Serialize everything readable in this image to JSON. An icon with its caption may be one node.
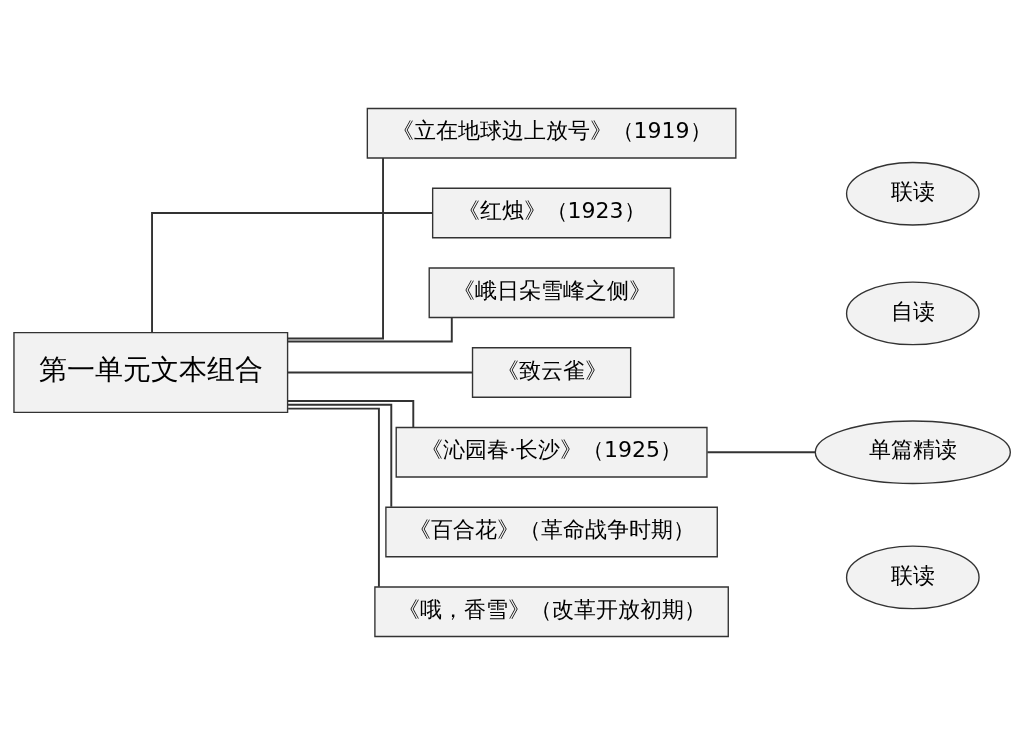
{
  "diagram": {
    "nodes": [
      {
        "text": [
          "第一单元文本组合"
        ]
      },
      {
        "text": [
          "《立在地球边上放号》（1919）"
        ]
      },
      {
        "text": [
          "《红烛》（1923）"
        ]
      },
      {
        "text": [
          "《峨日朵雪峰之侧》"
        ]
      },
      {
        "text": [
          "《致云雀》"
        ]
      },
      {
        "text": [
          "《沁园春·长沙》（1925）"
        ]
      },
      {
        "text": [
          "《百合花》（革命战争时期）"
        ]
      },
      {
        "text": [
          "《哦，香雪》（改革开放初期）"
        ]
      },
      {
        "text": [
          "联读"
        ]
      },
      {
        "text": [
          "自读"
        ]
      },
      {
        "text": [
          "单篇精读"
        ]
      },
      {
        "text": [
          "联读"
        ]
      }
    ],
    "edges": [
      {
        "from": 0,
        "to": 1,
        "arrow": "none"
      },
      {
        "from": 0,
        "to": 2,
        "arrow": "none"
      },
      {
        "from": 0,
        "to": 3,
        "arrow": "none"
      },
      {
        "from": 0,
        "to": 4,
        "arrow": "none"
      },
      {
        "from": 0,
        "to": 5,
        "arrow": "none"
      },
      {
        "from": 0,
        "to": 6,
        "arrow": "none"
      },
      {
        "from": 0,
        "to": 7,
        "arrow": "none"
      },
      {
        "from": 5,
        "to": 10,
        "arrow": "none"
      }
    ]
  }
}
